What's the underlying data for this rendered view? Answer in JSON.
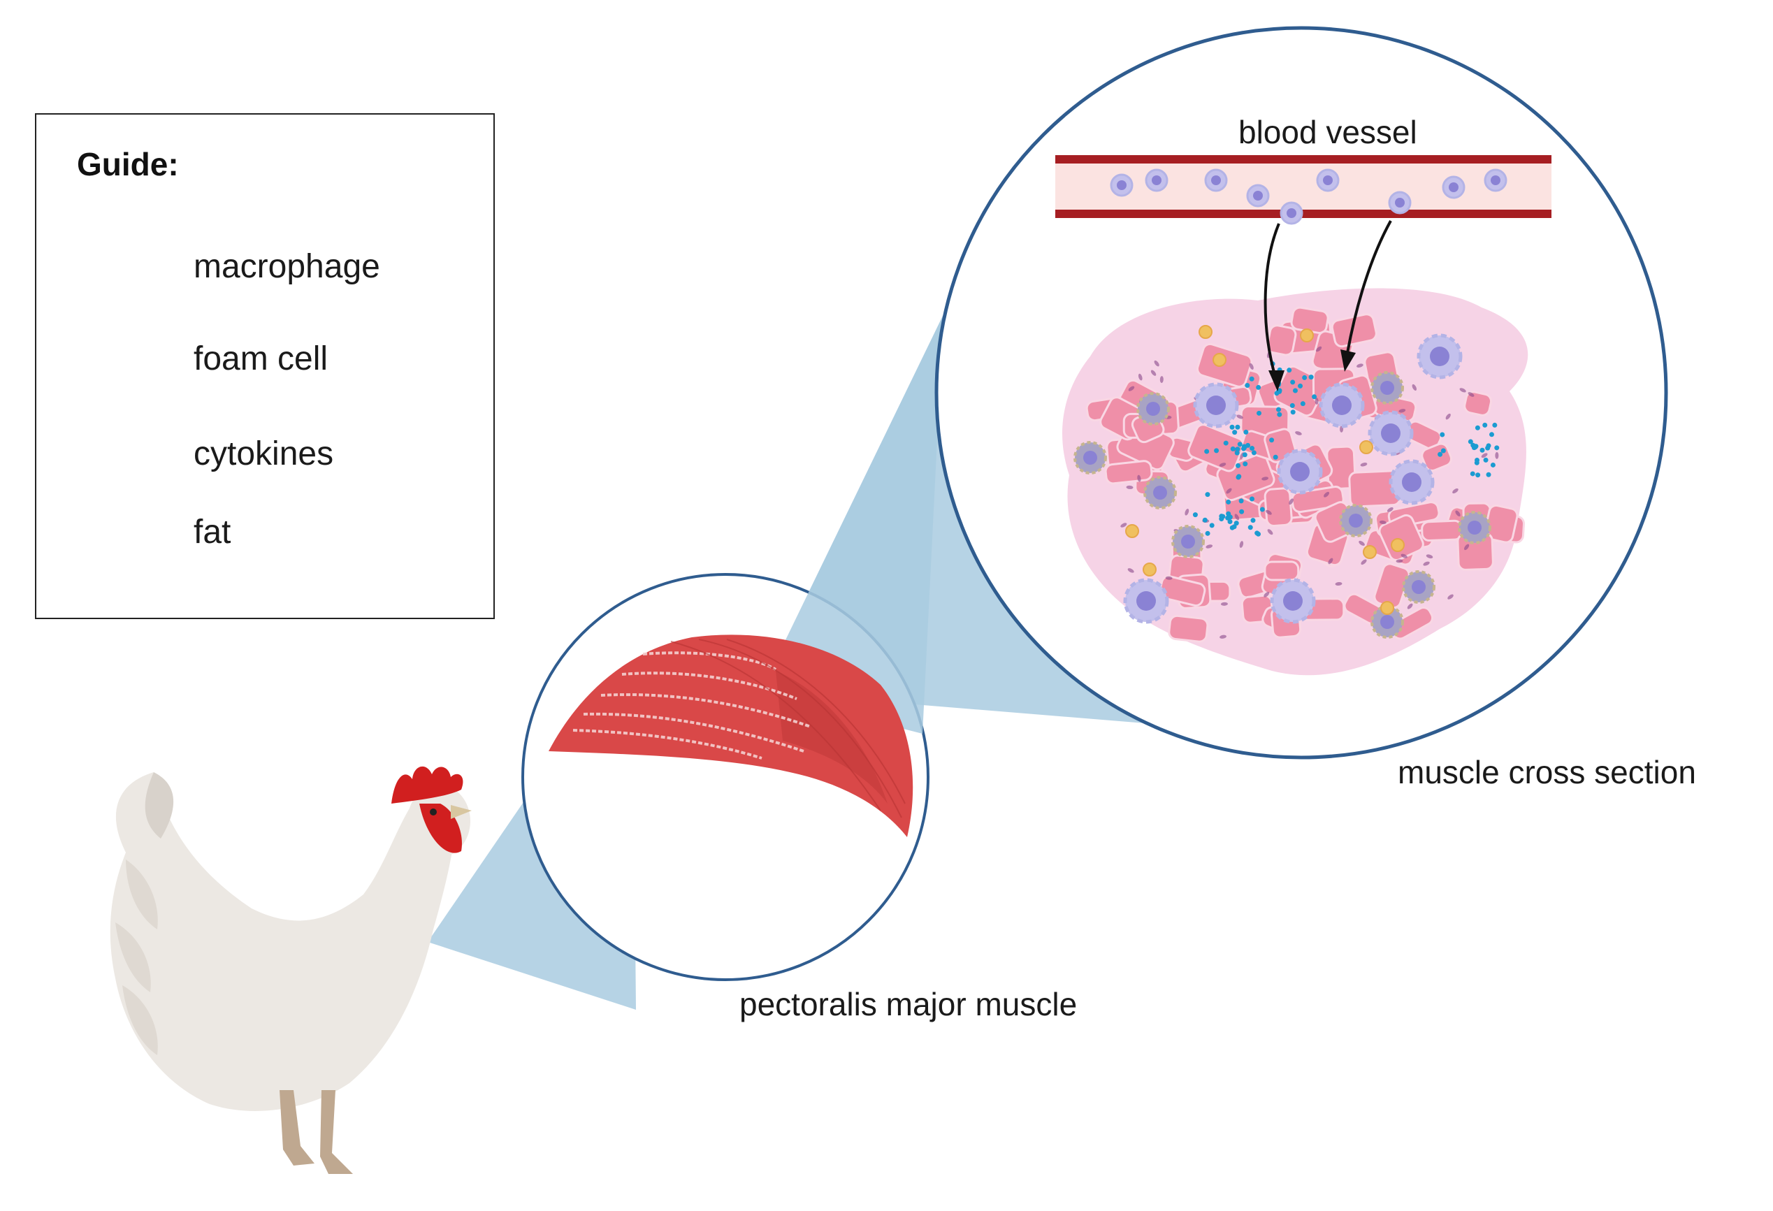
{
  "guide": {
    "title": "Guide:",
    "items": [
      {
        "label": "macrophage",
        "icon": "macrophage-icon"
      },
      {
        "label": "foam cell",
        "icon": "foam-cell-icon"
      },
      {
        "label": "cytokines",
        "icon": "cytokines-icon"
      },
      {
        "label": "fat",
        "icon": "fat-icon"
      }
    ]
  },
  "labels": {
    "blood_vessel": "blood vessel",
    "muscle_cross_section": "muscle cross section",
    "pectoralis": "pectoralis major muscle"
  },
  "colors": {
    "circle_stroke": "#2f5c8f",
    "zoom_cone": "#a9cbe0",
    "muscle_red": "#d94848",
    "vessel_wall": "#a61e22",
    "vessel_lumen": "#fbe3e1",
    "muscle_fiber": "#ef8fa8",
    "tissue_bg": "#f6d3e6",
    "macrophage": "#b3b3e6",
    "macrophage_nucleus": "#8a82d4",
    "foam_cell": "#a8a3c4",
    "cytokine": "#1b9bd1",
    "fat": "#f0c060",
    "chicken_body": "#ece8e3",
    "comb": "#d11f1f"
  }
}
